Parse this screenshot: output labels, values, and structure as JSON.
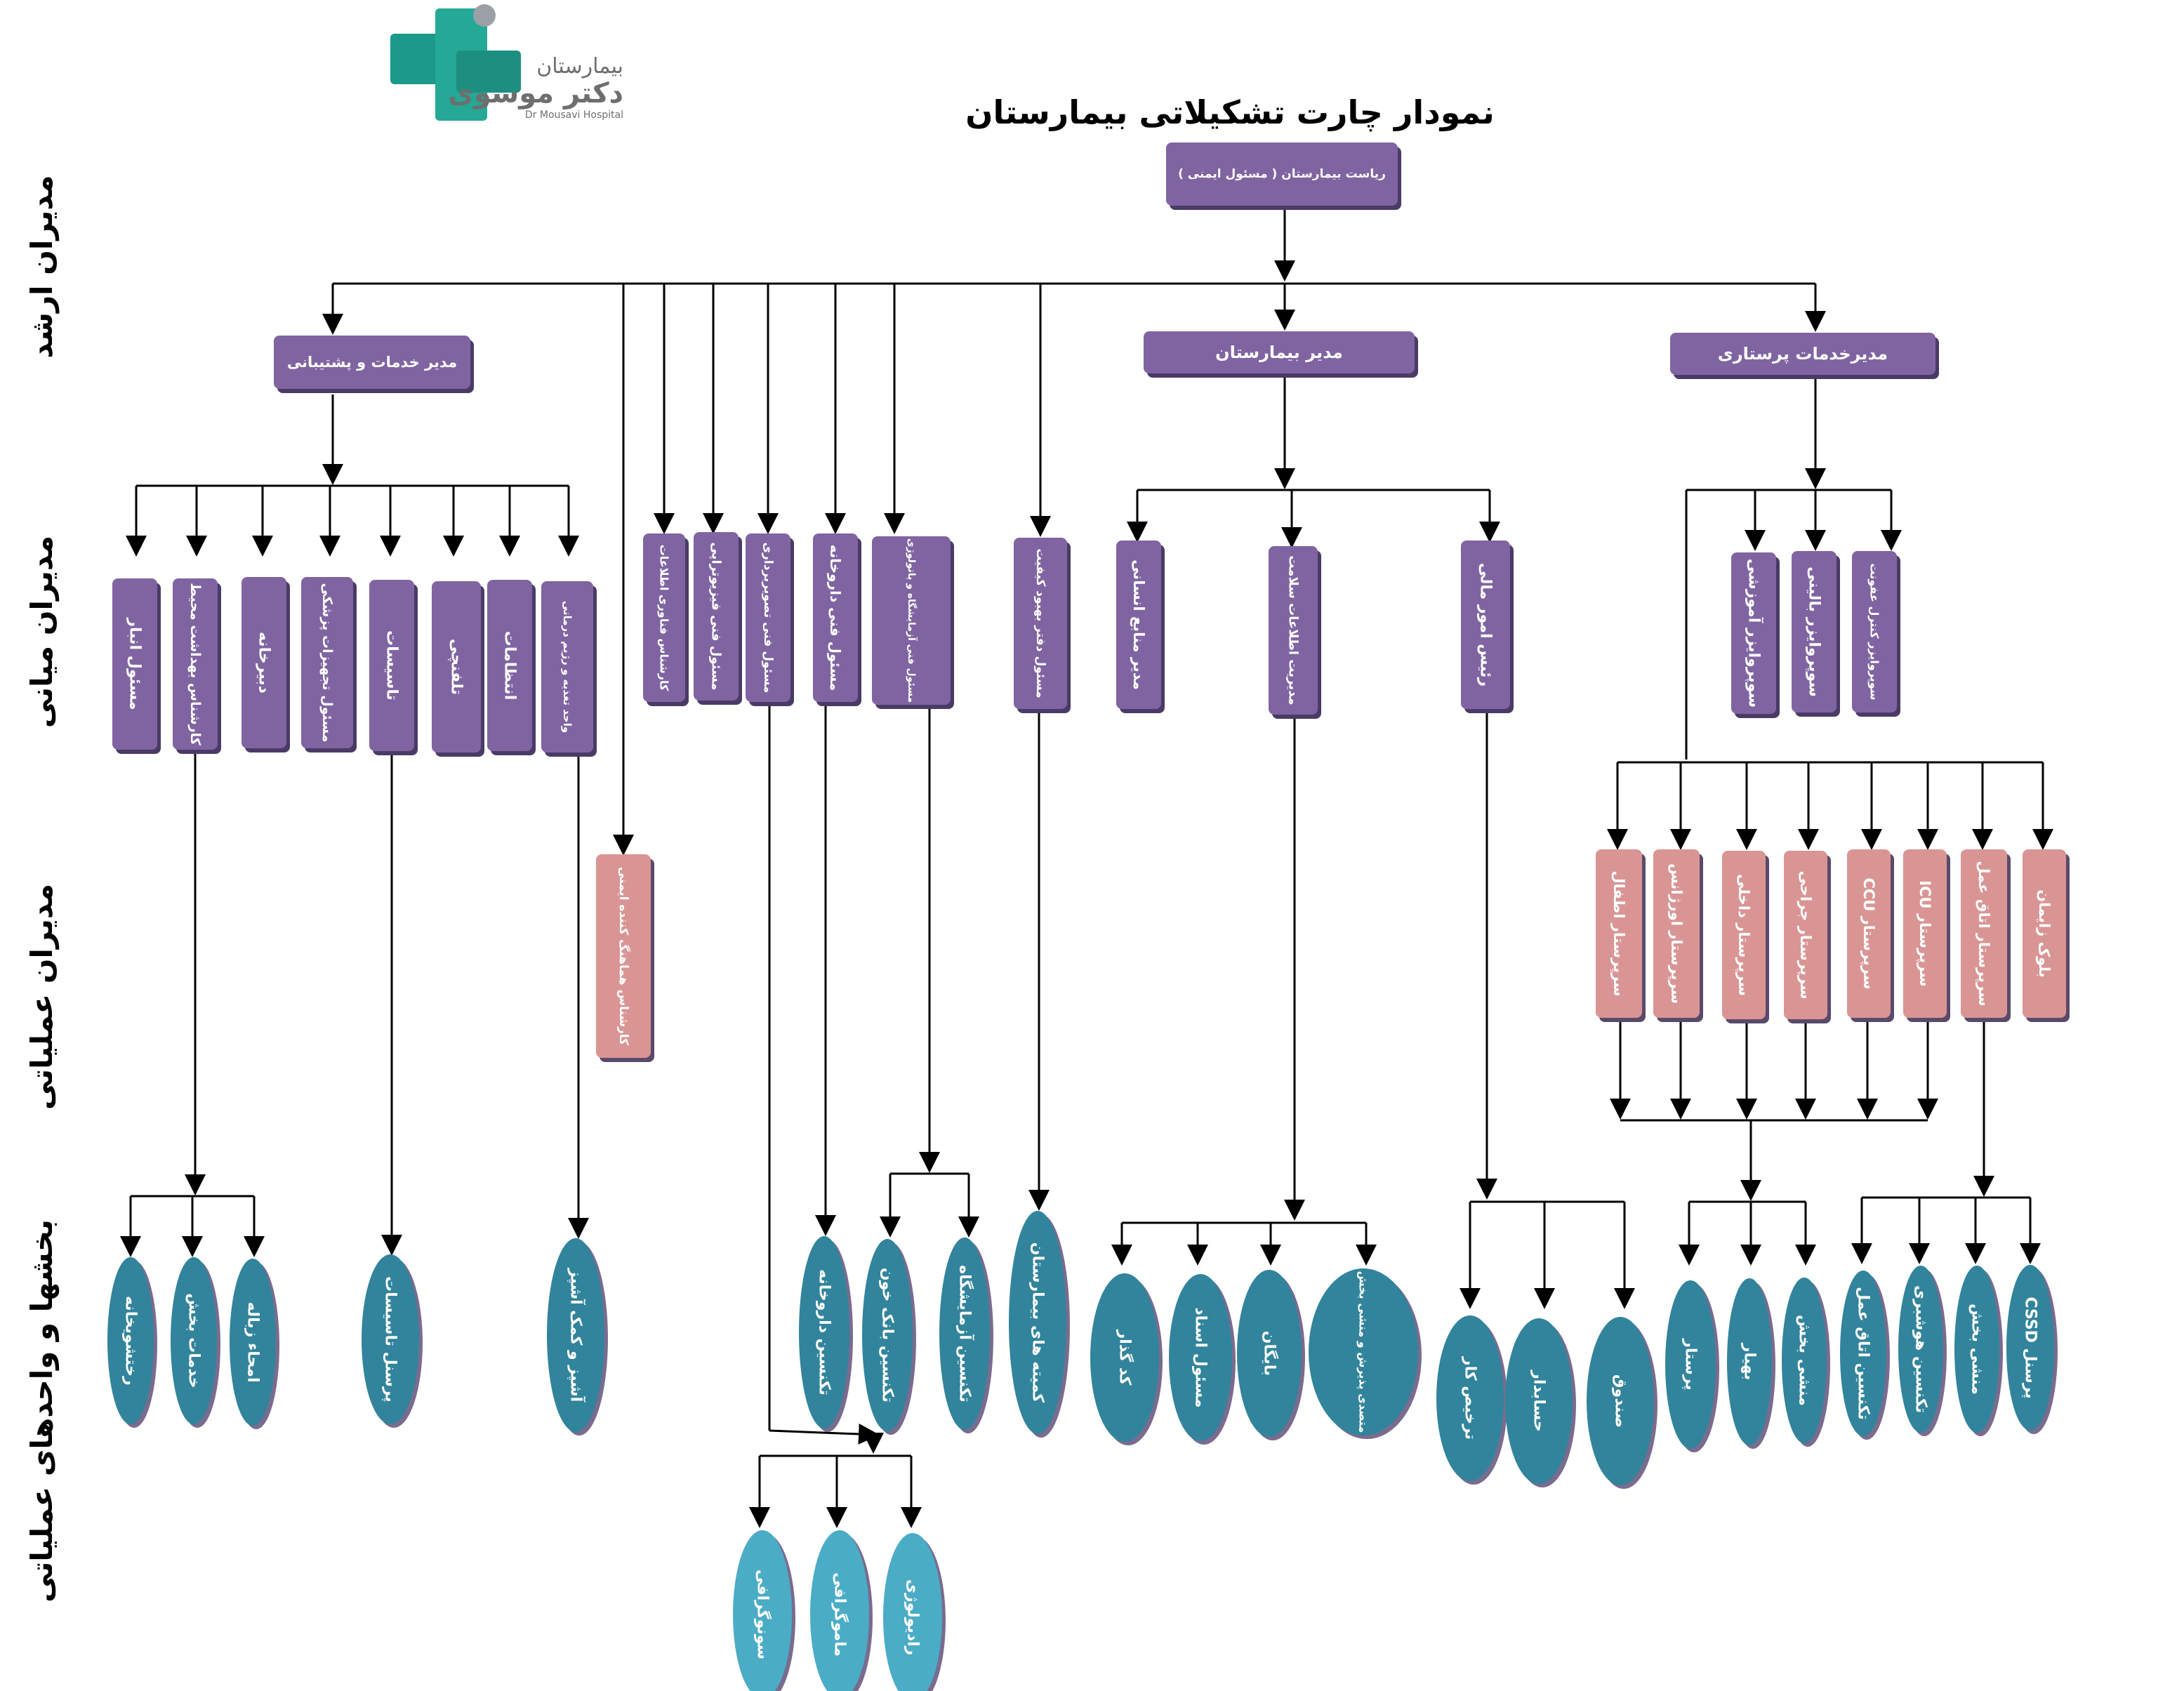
{
  "title": "نمودار چارت تشکیلاتی بیمارستان",
  "logo": {
    "line1": "بیمارستان",
    "line2": "دکتر موسوی",
    "latin": "Dr Mousavi Hospital"
  },
  "tiers": [
    "مدیران ارشد",
    "مدیران میانی",
    "مدیران عملیاتی",
    "بخشها و واحدهای عملیاتی"
  ],
  "colors": {
    "purple": "#8064a2",
    "pink": "#d99594",
    "teal": "#31849b",
    "teal_light": "#4bacc6",
    "line": "#000000"
  },
  "nodes": {
    "head": "ریاست بیمارستان ( مسئول ایمنی )",
    "svc_mgr": "مدیر خدمات و پشتیبانی",
    "hosp_mgr": "مدیر بیمارستان",
    "nurse_mgr": "مدیرخدمات پرستاری",
    "m_anbar": "مسئول انبار",
    "m_behdasht": "کارشناس بهداشت محیط",
    "m_dabir": "دبیرخانه",
    "m_tajhizat": "مسئول تجهیزات پزشکی",
    "m_tasisat": "تاسیسات",
    "m_telefon": "تلفنچی",
    "m_entezamat": "انتظامات",
    "m_taghzie": "واحد تغذیه و رژیم درمانی",
    "m_it": "کارشناس فناوری اطلاعات",
    "m_physio": "مسئول فنی فیزیوتراپی",
    "m_imaging": "مسئول فنی تصویربرداری",
    "m_pharm": "مسئول فنی داروخانه",
    "m_lab": "مسئول فنی آزمایشگاه و پاتولوژی",
    "m_quality": "مسئول دفتر بهبود کیفیت",
    "m_hr": "مدیر منابع انسانی",
    "m_him": "مدیریت اطلاعات سلامت",
    "m_finance": "رئیس امور مالی",
    "m_sup_edu": "سوپروایزر آموزشی",
    "m_sup_clin": "سوپروایزر بالینی",
    "m_sup_inf": "سوپروایزر کنترل عفونت",
    "o_safety": "کارشناس هماهنگ کننده ایمنی",
    "o_atfal": "سرپرستار اطفال",
    "o_emerg": "سرپرستار اورژانس",
    "o_dakheli": "سرپرستار داخلی",
    "o_jarahi": "سرپرستار جراحی",
    "o_ccu": "سرپرستار CCU",
    "o_icu": "سرپرستار ICU",
    "o_or": "سرپرستار اتاق عمل",
    "o_block": "بلوک زایمان",
    "u_laundry": "رختشویخانه",
    "u_services": "خدمات بخش",
    "u_waste": "امحاء زباله",
    "u_facility_staff": "پرسنل تاسیسات",
    "u_kitchen": "آشپز و کمک آشپز",
    "u_pharm_tech": "تکنسین داروخانه",
    "u_blood_tech": "تکنسین بانک خون",
    "u_lab_tech": "تکنسین آزمایشگاه",
    "u_quality_cmte": "کمیته های بیمارستان",
    "u_coder": "کد گذار",
    "u_docs": "مسئول اسناد",
    "u_archive": "بایگان",
    "u_admission": "متصدی پذیرش و منشی بخش",
    "u_discharge": "ترخیص کار",
    "u_accountant": "حسابدار",
    "u_cashier": "صندوق",
    "u_nurse": "پرستار",
    "u_aide": "بهیار",
    "u_secretary": "منشی بخش",
    "u_or_tech": "تکنسین اتاق عمل",
    "u_anes_tech": "تکنسین هوشبری",
    "u_or_secretary": "منشی بخش",
    "u_cssd": "پرسنل CSSD",
    "u_sono": "سونوگرافی",
    "u_mammo": "ماموگرافی",
    "u_radio": "رادیولوژی"
  }
}
